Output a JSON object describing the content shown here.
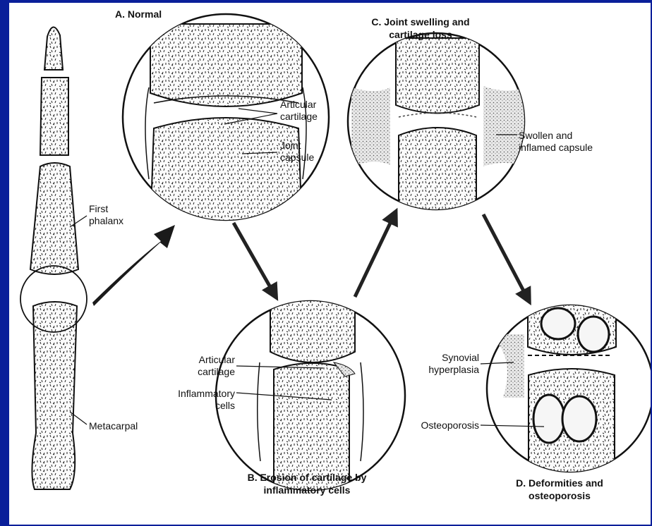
{
  "panels": {
    "a_title": "A. Normal",
    "b_title_l1": "B. Erosion of cartilage by",
    "b_title_l2": "inflammatory cells",
    "c_title_l1": "C. Joint swelling and",
    "c_title_l2": "cartilage loss",
    "d_title_l1": "D. Deformities and",
    "d_title_l2": "osteoporosis"
  },
  "labels": {
    "first_l1": "First",
    "first_l2": "phalanx",
    "metacarpal": "Metacarpal",
    "a_artic_l1": "Articular",
    "a_artic_l2": "cartilage",
    "a_joint_l1": "Joint",
    "a_joint_l2": "capsule",
    "b_artic_l1": "Articular",
    "b_artic_l2": "cartilage",
    "b_inflam_l1": "Inflammatory",
    "b_inflam_l2": "cells",
    "c_swollen_l1": "Swollen and",
    "c_swollen_l2": "inflamed capsule",
    "d_syn_l1": "Synovial",
    "d_syn_l2": "hyperplasia",
    "d_osteo": "Osteoporosis"
  },
  "colors": {
    "frame": "#0a1f9a",
    "background": "#ffffff",
    "ink": "#111111"
  }
}
